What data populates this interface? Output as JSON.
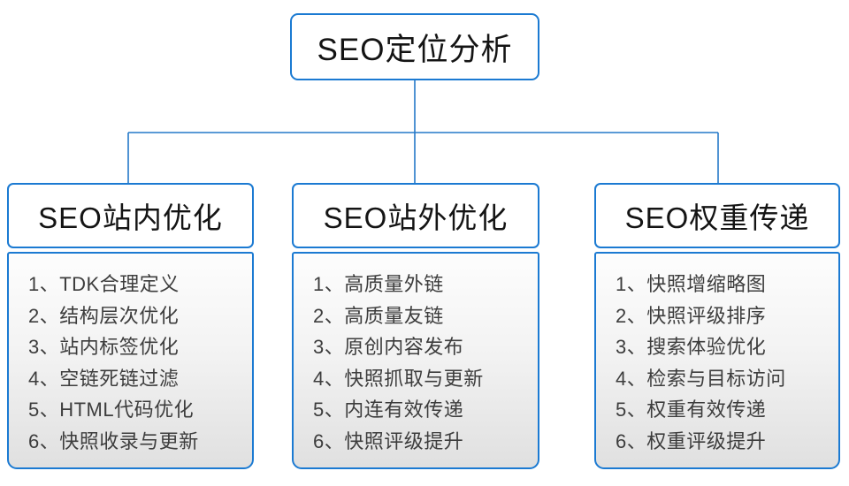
{
  "diagram": {
    "title": "SEO定位分析"
  },
  "colors": {
    "border_blue": "#1b7ad2",
    "connector_blue": "#2478c8",
    "header_text": "#141414",
    "item_text": "#3d3d3d",
    "list_gradient_top": "#fdfdfd",
    "list_gradient_bottom": "#e0e0e0",
    "background": "#ffffff"
  },
  "columns": [
    {
      "title": "SEO站内优化",
      "items": [
        "1、TDK合理定义",
        "2、结构层次优化",
        "3、站内标签优化",
        "4、空链死链过滤",
        "5、HTML代码优化",
        "6、快照收录与更新"
      ]
    },
    {
      "title": "SEO站外优化",
      "items": [
        "1、高质量外链",
        "2、高质量友链",
        "3、原创内容发布",
        "4、快照抓取与更新",
        "5、内连有效传递",
        "6、快照评级提升"
      ]
    },
    {
      "title": "SEO权重传递",
      "items": [
        "1、快照增缩略图",
        "2、快照评级排序",
        "3、搜索体验优化",
        "4、检索与目标访问",
        "5、权重有效传递",
        "6、权重评级提升"
      ]
    }
  ]
}
